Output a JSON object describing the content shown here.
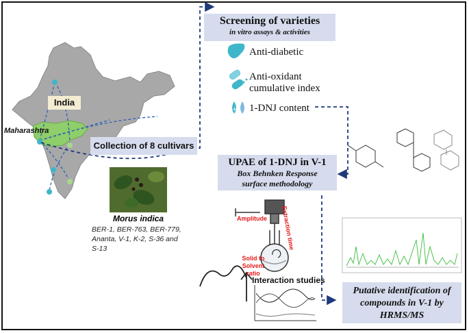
{
  "screening": {
    "title": "Screening of varieties",
    "subtitle": "in vitro assays & activities"
  },
  "assays": [
    {
      "label": "Anti-diabetic",
      "icon": "liver-icon"
    },
    {
      "label": "Anti-oxidant",
      "label2": "cumulative index",
      "icon": "capsule-icon"
    },
    {
      "label": "1-DNJ content",
      "icon": "droplets-icon"
    }
  ],
  "map": {
    "country": "India",
    "state": "Maharashtra"
  },
  "collection": {
    "label": "Collection of 8 cultivars"
  },
  "plant": {
    "name": "Morus indica",
    "cultivars": [
      "BER-1, BER-763, BER-779,",
      "Ananta, V-1, K-2, S-36 and",
      "S-13"
    ]
  },
  "upae": {
    "title": "UPAE of 1-DNJ in V-1",
    "sub1": "Box Behnken Response",
    "sub2": "surface methodology"
  },
  "extraction": {
    "amplitude": "Amplitude",
    "time": "Extraction time",
    "ratio1": "Solid to Solvent",
    "ratio2": "ratio"
  },
  "interaction": {
    "label": "Interaction studies"
  },
  "identification": {
    "line1": "Putative identification of",
    "line2": "compounds in V-1 by",
    "line3": "HRMS/MS"
  },
  "colors": {
    "box_fill": "#d6dcee",
    "arrow": "#1f3a7a",
    "map_grey": "#a8a8a8",
    "highlight_green": "#8fce6a",
    "icon_teal": "#3fb6c9",
    "red_label": "#e31b1b",
    "spectrum_green": "#4cc34c"
  }
}
